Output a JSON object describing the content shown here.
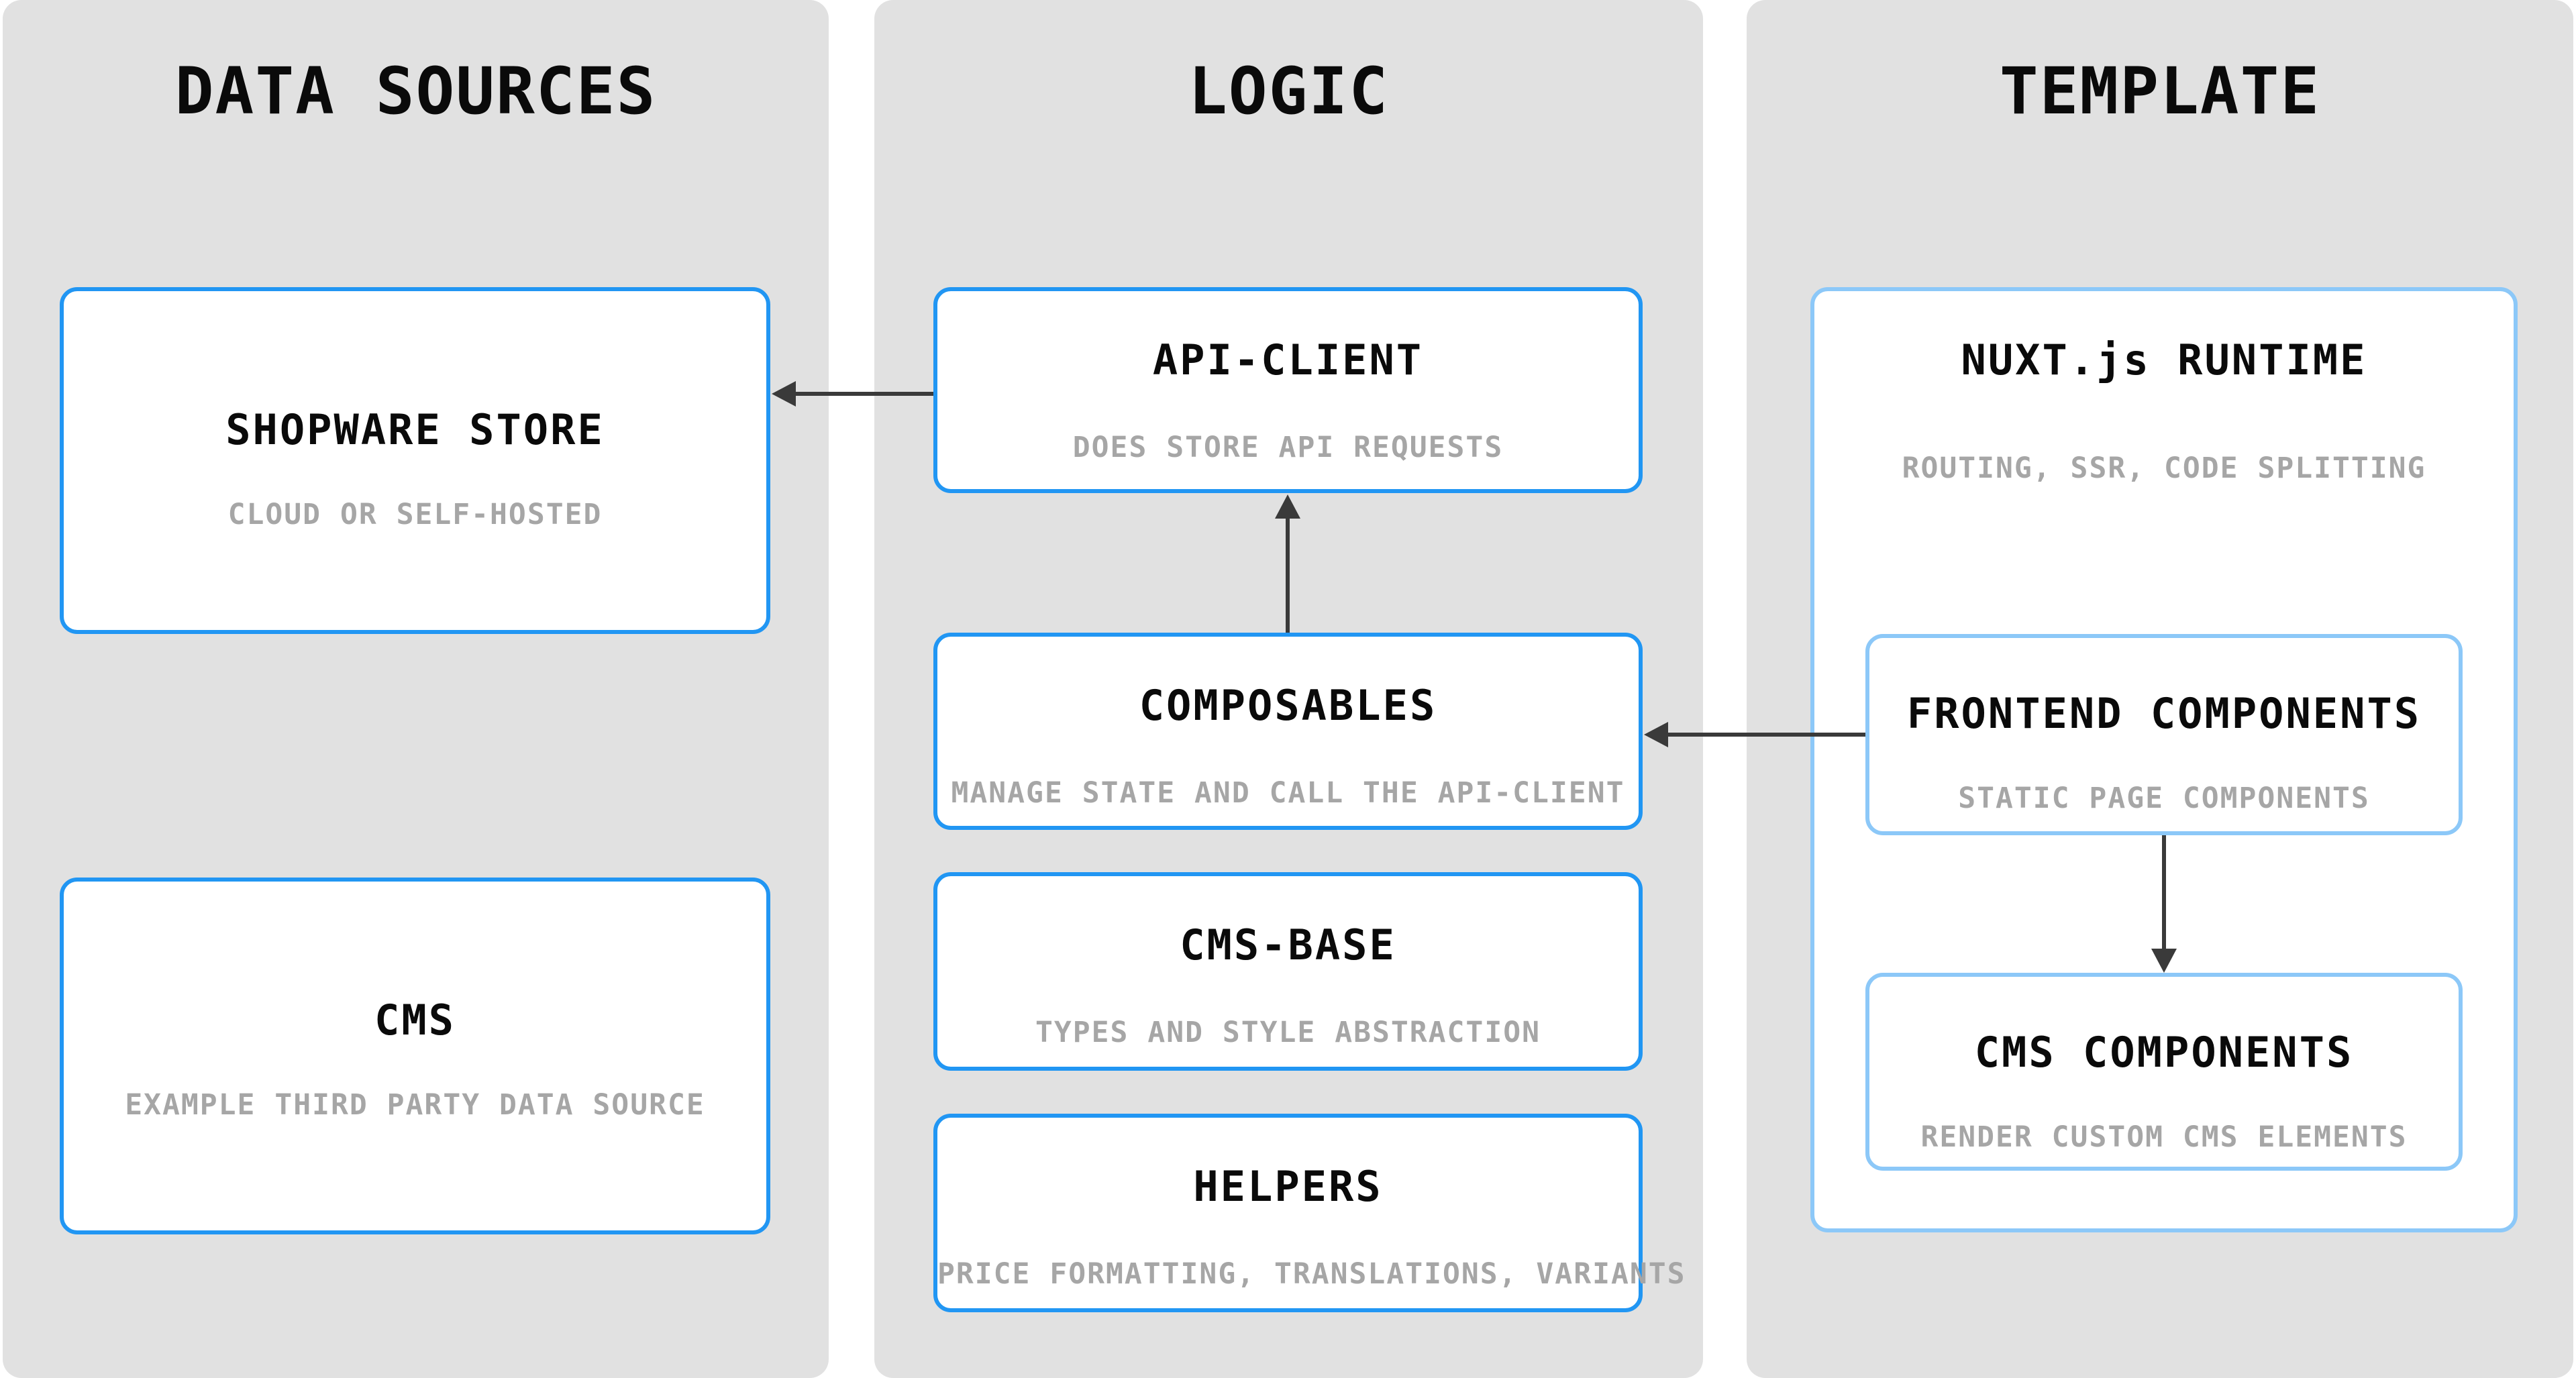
{
  "colors": {
    "column_bg": "#e1e1e1",
    "border_bright": "#2196f3",
    "border_light": "#8cc8f8",
    "title_text": "#0a0a0a",
    "subtitle_text": "#a6a6a6",
    "arrow": "#3a3a3a"
  },
  "diagram": {
    "columns": [
      {
        "title": "DATA SOURCES"
      },
      {
        "title": "LOGIC"
      },
      {
        "title": "TEMPLATE"
      }
    ],
    "boxes": {
      "shopware": {
        "title": "SHOPWARE STORE",
        "subtitle": "CLOUD OR SELF-HOSTED"
      },
      "cms_source": {
        "title": "CMS",
        "subtitle": "EXAMPLE THIRD PARTY DATA SOURCE"
      },
      "api_client": {
        "title": "API-CLIENT",
        "subtitle": "DOES STORE API REQUESTS"
      },
      "composables": {
        "title": "COMPOSABLES",
        "subtitle": "MANAGE STATE AND CALL THE API-CLIENT"
      },
      "cms_base": {
        "title": "CMS-BASE",
        "subtitle": "TYPES AND STYLE ABSTRACTION"
      },
      "helpers": {
        "title": "HELPERS",
        "subtitle": "PRICE FORMATTING, TRANSLATIONS, VARIANTS"
      },
      "nuxt_runtime": {
        "title": "NUXT.js RUNTIME",
        "subtitle": "ROUTING, SSR, CODE SPLITTING"
      },
      "frontend_components": {
        "title": "FRONTEND COMPONENTS",
        "subtitle": "STATIC PAGE COMPONENTS"
      },
      "cms_components": {
        "title": "CMS COMPONENTS",
        "subtitle": "RENDER CUSTOM CMS ELEMENTS"
      }
    },
    "arrows": [
      {
        "from": "api_client",
        "to": "shopware",
        "direction": "left"
      },
      {
        "from": "composables",
        "to": "api_client",
        "direction": "up"
      },
      {
        "from": "frontend_components",
        "to": "composables",
        "direction": "left"
      },
      {
        "from": "frontend_components",
        "to": "cms_components",
        "direction": "down"
      }
    ]
  }
}
